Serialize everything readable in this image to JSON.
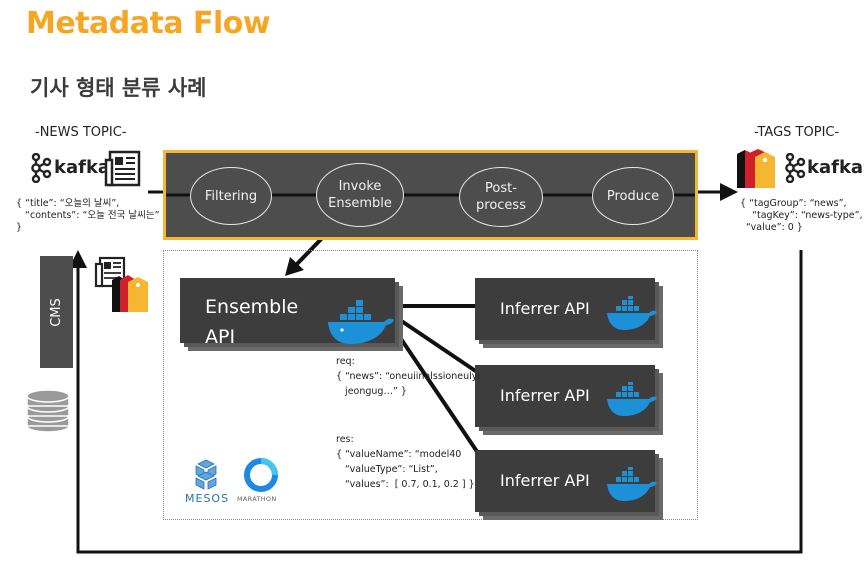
{
  "header": {
    "title": "Metadata Flow",
    "subtitle": "기사 형태 분류 사례"
  },
  "news_topic": {
    "label": "-NEWS TOPIC-",
    "kafka": "kafka",
    "json_line1": "{ “title”: “오늘의 날씨”,",
    "json_line2": "   “contents”: “오늘 전국 날씨는”",
    "json_line3": "}"
  },
  "tags_topic": {
    "label": "-TAGS TOPIC-",
    "kafka": "kafka",
    "json_line1": "{ “tagGroup”: “news”,",
    "json_line2": "    “tagKey”: “news-type”,",
    "json_line3": "  “value”: 0 }"
  },
  "pipeline": {
    "stages": [
      "Filtering",
      "Invoke\nEnsemble",
      "Post-\nprocess",
      "Produce"
    ]
  },
  "cluster": {
    "ensemble_label_1": "Ensemble",
    "ensemble_label_2": "API",
    "inferrer_label": "Inferrer API",
    "req_1": "req:",
    "req_2": "{ “news”: “oneuiinalssioneulyi",
    "req_3": "   jeongug…” }",
    "res_1": "res:",
    "res_2": "{ “valueName”: “model40",
    "res_3": "   “valueType”: “List”,",
    "res_4": "   “values”:  [ 0.7, 0.1, 0.2 ] }",
    "mesos": "MESOS",
    "marathon": "MARATHON"
  },
  "cms": {
    "label": "CMS"
  },
  "icons": [
    "kafka-icon",
    "newspaper-icon",
    "tag-icon",
    "docker-whale-icon",
    "database-icon",
    "mesos-icon",
    "marathon-icon"
  ],
  "colors": {
    "accent": "#f5a623",
    "box": "#4d4d4d",
    "tag_red": "#d0202a",
    "tag_yellow": "#f5b731"
  }
}
